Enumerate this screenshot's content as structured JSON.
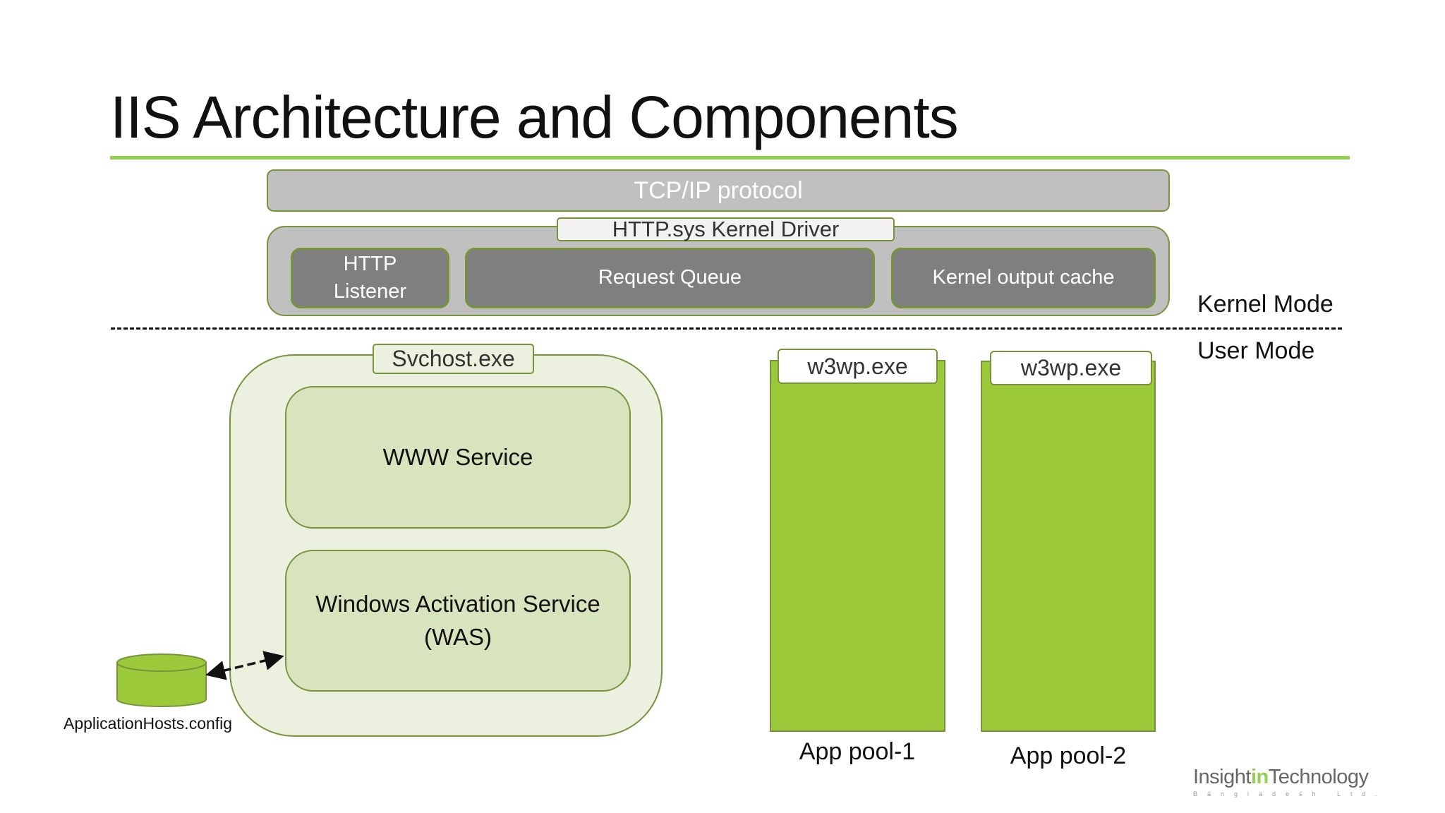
{
  "title": "IIS Architecture and Components",
  "kernel": {
    "tcp_ip": "TCP/IP protocol",
    "http_sys": "HTTP.sys Kernel Driver",
    "http_listener_line1": "HTTP",
    "http_listener_line2": "Listener",
    "request_queue": "Request Queue",
    "kernel_output_cache": "Kernel output cache"
  },
  "modes": {
    "kernel": "Kernel Mode",
    "user": "User Mode"
  },
  "svchost": {
    "label": "Svchost.exe",
    "www_service": "WWW Service",
    "was_line1": "Windows Activation Service",
    "was_line2": "(WAS)"
  },
  "config_store": {
    "label": "ApplicationHosts.config",
    "icon": "database-cylinder-icon"
  },
  "app_pools": [
    {
      "process": "w3wp.exe",
      "name": "App pool-1"
    },
    {
      "process": "w3wp.exe",
      "name": "App pool-2"
    }
  ],
  "logo": {
    "part1": "Insight",
    "part2": "in",
    "part3": "Technology",
    "sub": "Bangladesh Ltd."
  },
  "colors": {
    "accent": "#92D050",
    "border": "#77933C",
    "gray": "#BFC0BF",
    "dark_gray": "#7F7F7F",
    "pool_green": "#9BC93A",
    "light_green": "#D7E4BD",
    "pale_green": "#EBF1DE"
  }
}
